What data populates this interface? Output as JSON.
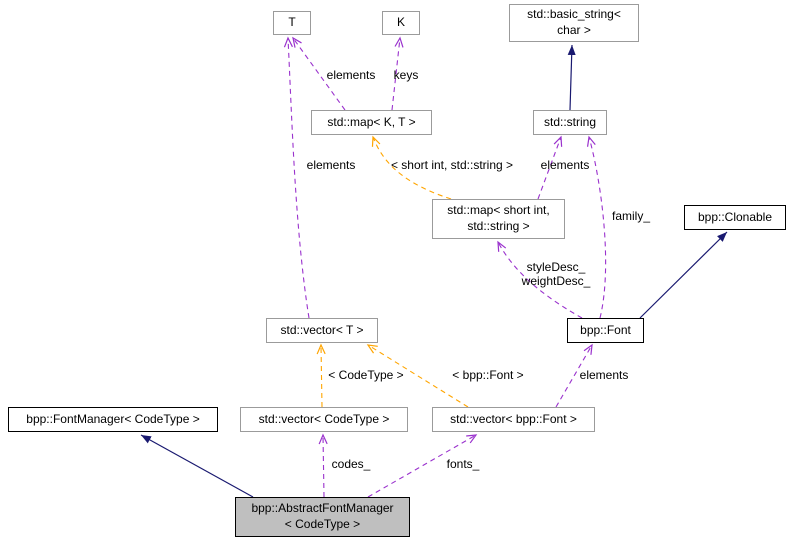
{
  "diagram_type": "doxygen-collaboration-graph",
  "nodes": {
    "t": {
      "label": "T"
    },
    "k": {
      "label": "K"
    },
    "basic_string": {
      "line1": "std::basic_string<",
      "line2": "char >"
    },
    "map_kt": {
      "label": "std::map< K, T >"
    },
    "string": {
      "label": "std::string"
    },
    "map_short_string": {
      "line1": "std::map< short int,",
      "line2": "std::string >"
    },
    "clonable": {
      "label": "bpp::Clonable"
    },
    "vector_t": {
      "label": "std::vector< T >"
    },
    "font": {
      "label": "bpp::Font"
    },
    "font_manager": {
      "label": "bpp::FontManager< CodeType >"
    },
    "vector_codetype": {
      "label": "std::vector< CodeType >"
    },
    "vector_font": {
      "label": "std::vector< bpp::Font >"
    },
    "abstract_font_manager": {
      "line1": "bpp::AbstractFontManager",
      "line2": "< CodeType >"
    }
  },
  "edge_labels": {
    "map_elements": "elements",
    "map_keys": "keys",
    "vector_t_elements": "elements",
    "tmpl_short_string": "< short int, std::string >",
    "map_short_elements": "elements",
    "family": "family_",
    "style_desc": "styleDesc_",
    "weight_desc": "weightDesc_",
    "vector_font_elements": "elements",
    "tmpl_codetype": "< CodeType >",
    "tmpl_bpp_font": "< bpp::Font >",
    "codes": "codes_",
    "fonts": "fonts_"
  },
  "colors": {
    "inheritance_edge": "#191970",
    "usage_edge": "#9a32cd",
    "template_edge": "#ffa500",
    "node_border_gray": "#9b9b9b",
    "node_border_black": "#000000",
    "current_node_fill": "#bfbfbf",
    "background": "#ffffff"
  }
}
